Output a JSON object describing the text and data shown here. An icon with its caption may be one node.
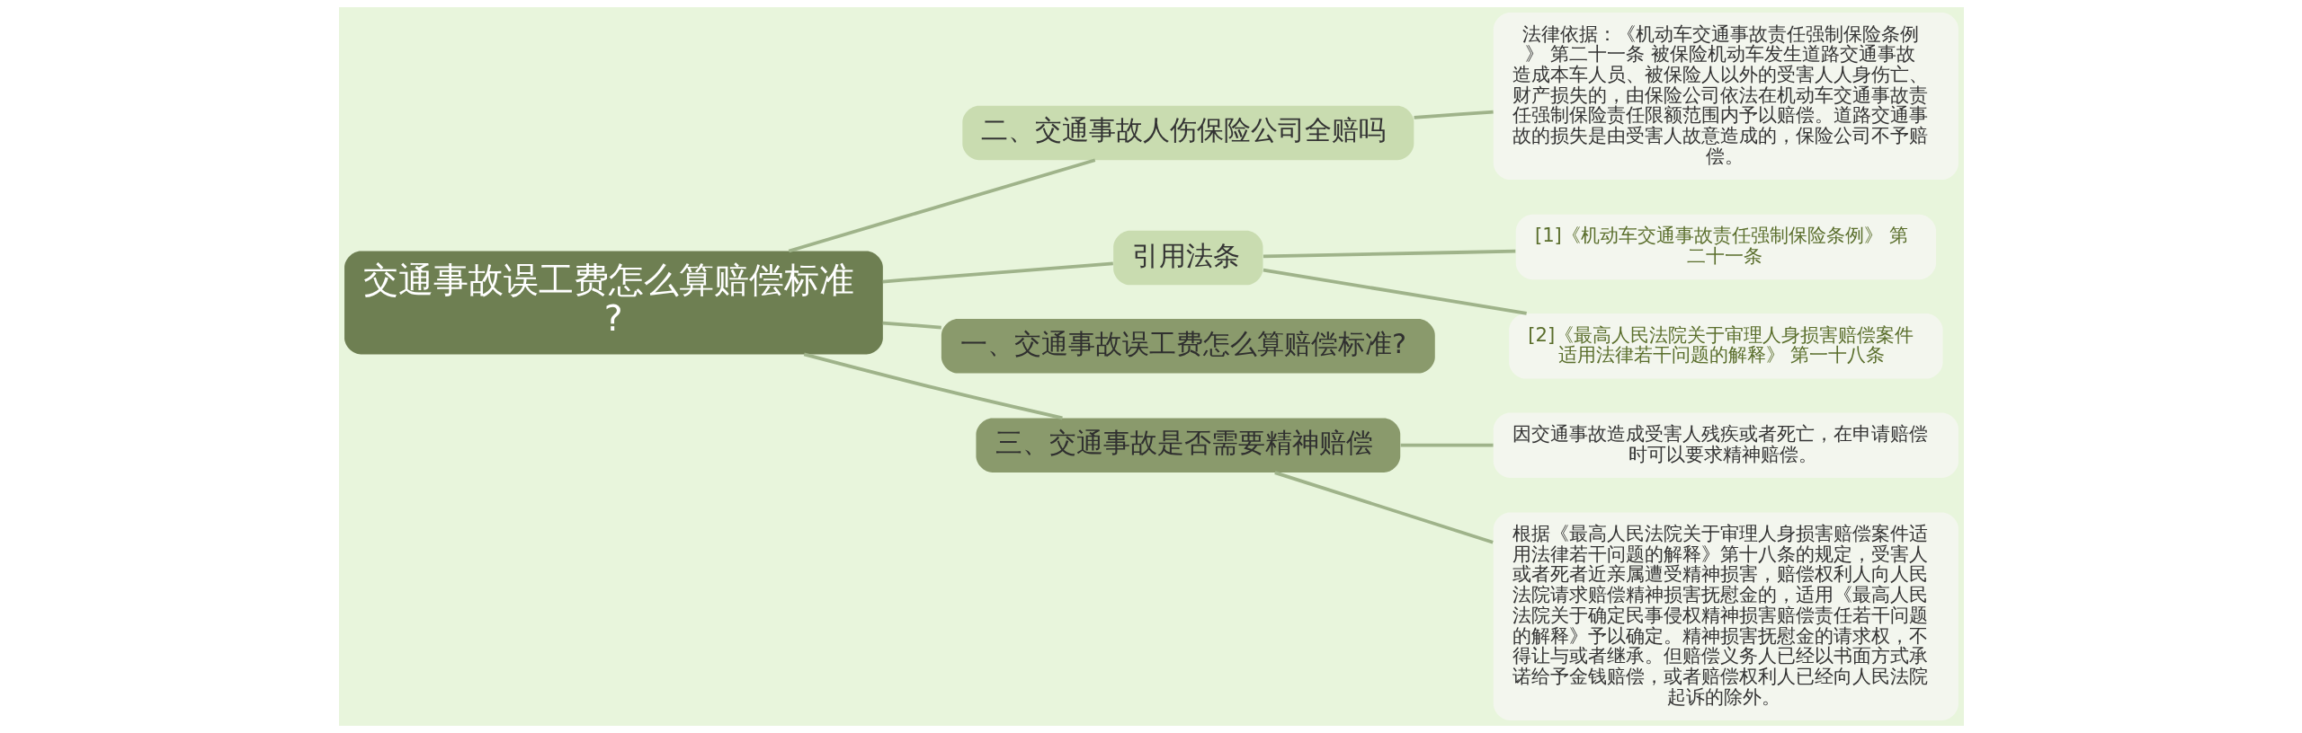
{
  "diagram": {
    "nodes": [
      {
        "text": [
          "交通事故误工费怎么算赔偿标准?"
        ]
      },
      {
        "text": [
          "二、交通事故人伤保险公司全赔吗"
        ]
      },
      {
        "text": [
          "法律依据：《机动车交通事故责任强制保险条例》 第二十一条 被保险机动车发生道路交通事故造成本车人员、被保险人以外的受害人人身伤亡、财产损失的，由保险公司依法在机动车交通事故责任强制保险责任限额范围内予以赔偿。道路交通事故的损失是由受害人故意造成的，保险公司不予赔偿。"
        ]
      },
      {
        "text": [
          "引用法条"
        ]
      },
      {
        "text": [
          "[1]《机动车交通事故责任强制保险条例》 第二十一条"
        ]
      },
      {
        "text": [
          "[2]《最高人民法院关于审理人身损害赔偿案件适用法律若干问题的解释》 第一十八条"
        ]
      },
      {
        "text": [
          "一、交通事故误工费怎么算赔偿标准?"
        ]
      },
      {
        "text": [
          "三、交通事故是否需要精神赔偿"
        ]
      },
      {
        "text": [
          "因交通事故造成受害人残疾或者死亡，在申请赔偿时可以要求精神赔偿。"
        ]
      },
      {
        "text": [
          "根据《最高人民法院关于审理人身损害赔偿案件适用法律若干问题的解释》第十八条的规定，受害人或者死者近亲属遭受精神损害，赔偿权利人向人民法院请求赔偿精神损害抚慰金的，适用《最高人民法院关于确定民事侵权精神损害赔偿责任若干问题的解释》予以确定。精神损害抚慰金的请求权，不得让与或者继承。但赔偿义务人已经以书面方式承诺给予金钱赔偿，或者赔偿权利人已经向人民法院起诉的除外。"
        ]
      }
    ],
    "edges": [
      {
        "from": 0,
        "to": 1,
        "arrow": "none"
      },
      {
        "from": 1,
        "to": 2,
        "arrow": "none"
      },
      {
        "from": 0,
        "to": 3,
        "arrow": "none"
      },
      {
        "from": 3,
        "to": 4,
        "arrow": "none"
      },
      {
        "from": 3,
        "to": 5,
        "arrow": "none"
      },
      {
        "from": 0,
        "to": 6,
        "arrow": "none"
      },
      {
        "from": 0,
        "to": 7,
        "arrow": "none"
      },
      {
        "from": 7,
        "to": 8,
        "arrow": "none"
      },
      {
        "from": 7,
        "to": 9,
        "arrow": "none"
      }
    ]
  }
}
